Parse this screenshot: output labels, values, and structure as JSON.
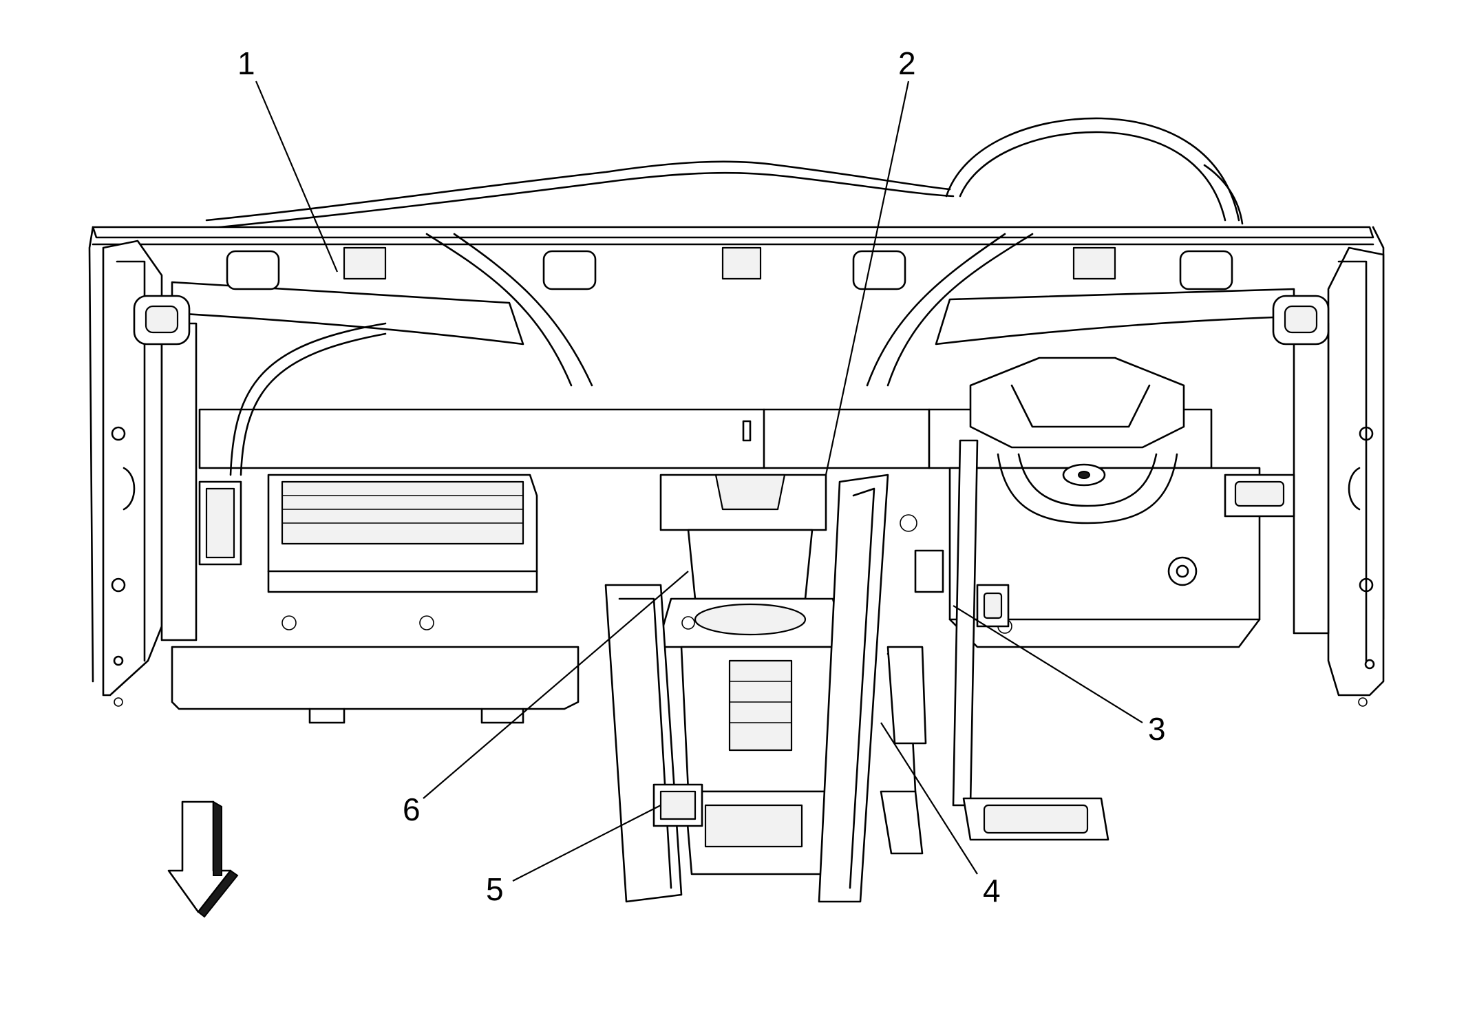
{
  "callouts": [
    {
      "id": "1",
      "label": "1"
    },
    {
      "id": "2",
      "label": "2"
    },
    {
      "id": "3",
      "label": "3"
    },
    {
      "id": "4",
      "label": "4"
    },
    {
      "id": "5",
      "label": "5"
    },
    {
      "id": "6",
      "label": "6"
    }
  ],
  "orientation_arrow": {
    "icon": "down-arrow-icon",
    "direction": "down"
  },
  "colors": {
    "line": "#000000",
    "background": "#ffffff"
  }
}
